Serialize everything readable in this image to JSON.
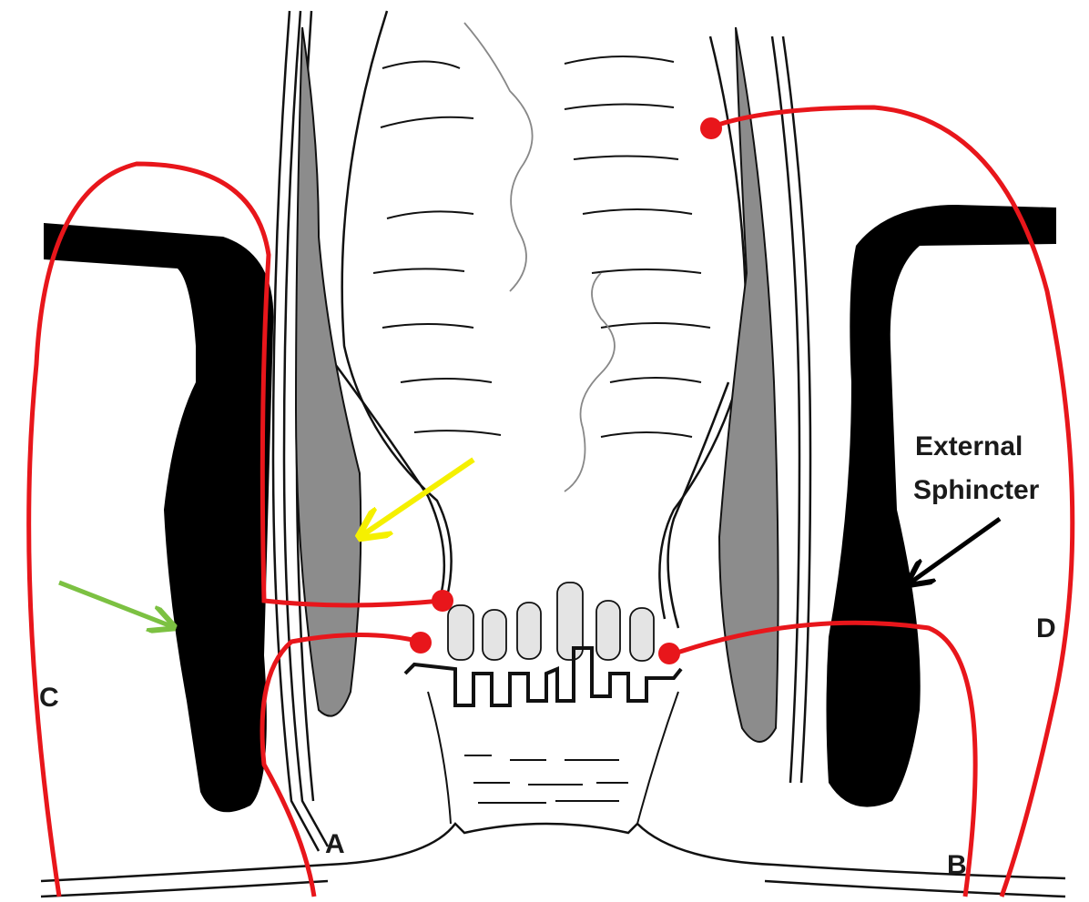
{
  "labels": {
    "a": "A",
    "b": "B",
    "c": "C",
    "d": "D",
    "external_line1": "External",
    "external_line2": "Sphincter"
  },
  "colors": {
    "tract": "#e8161b",
    "muscle_external": "#000000",
    "muscle_internal": "#8c8c8c",
    "arrow_yellow": "#f5f000",
    "arrow_green": "#7cc142",
    "arrow_black": "#000000",
    "outline": "#111111",
    "background": "#ffffff"
  }
}
